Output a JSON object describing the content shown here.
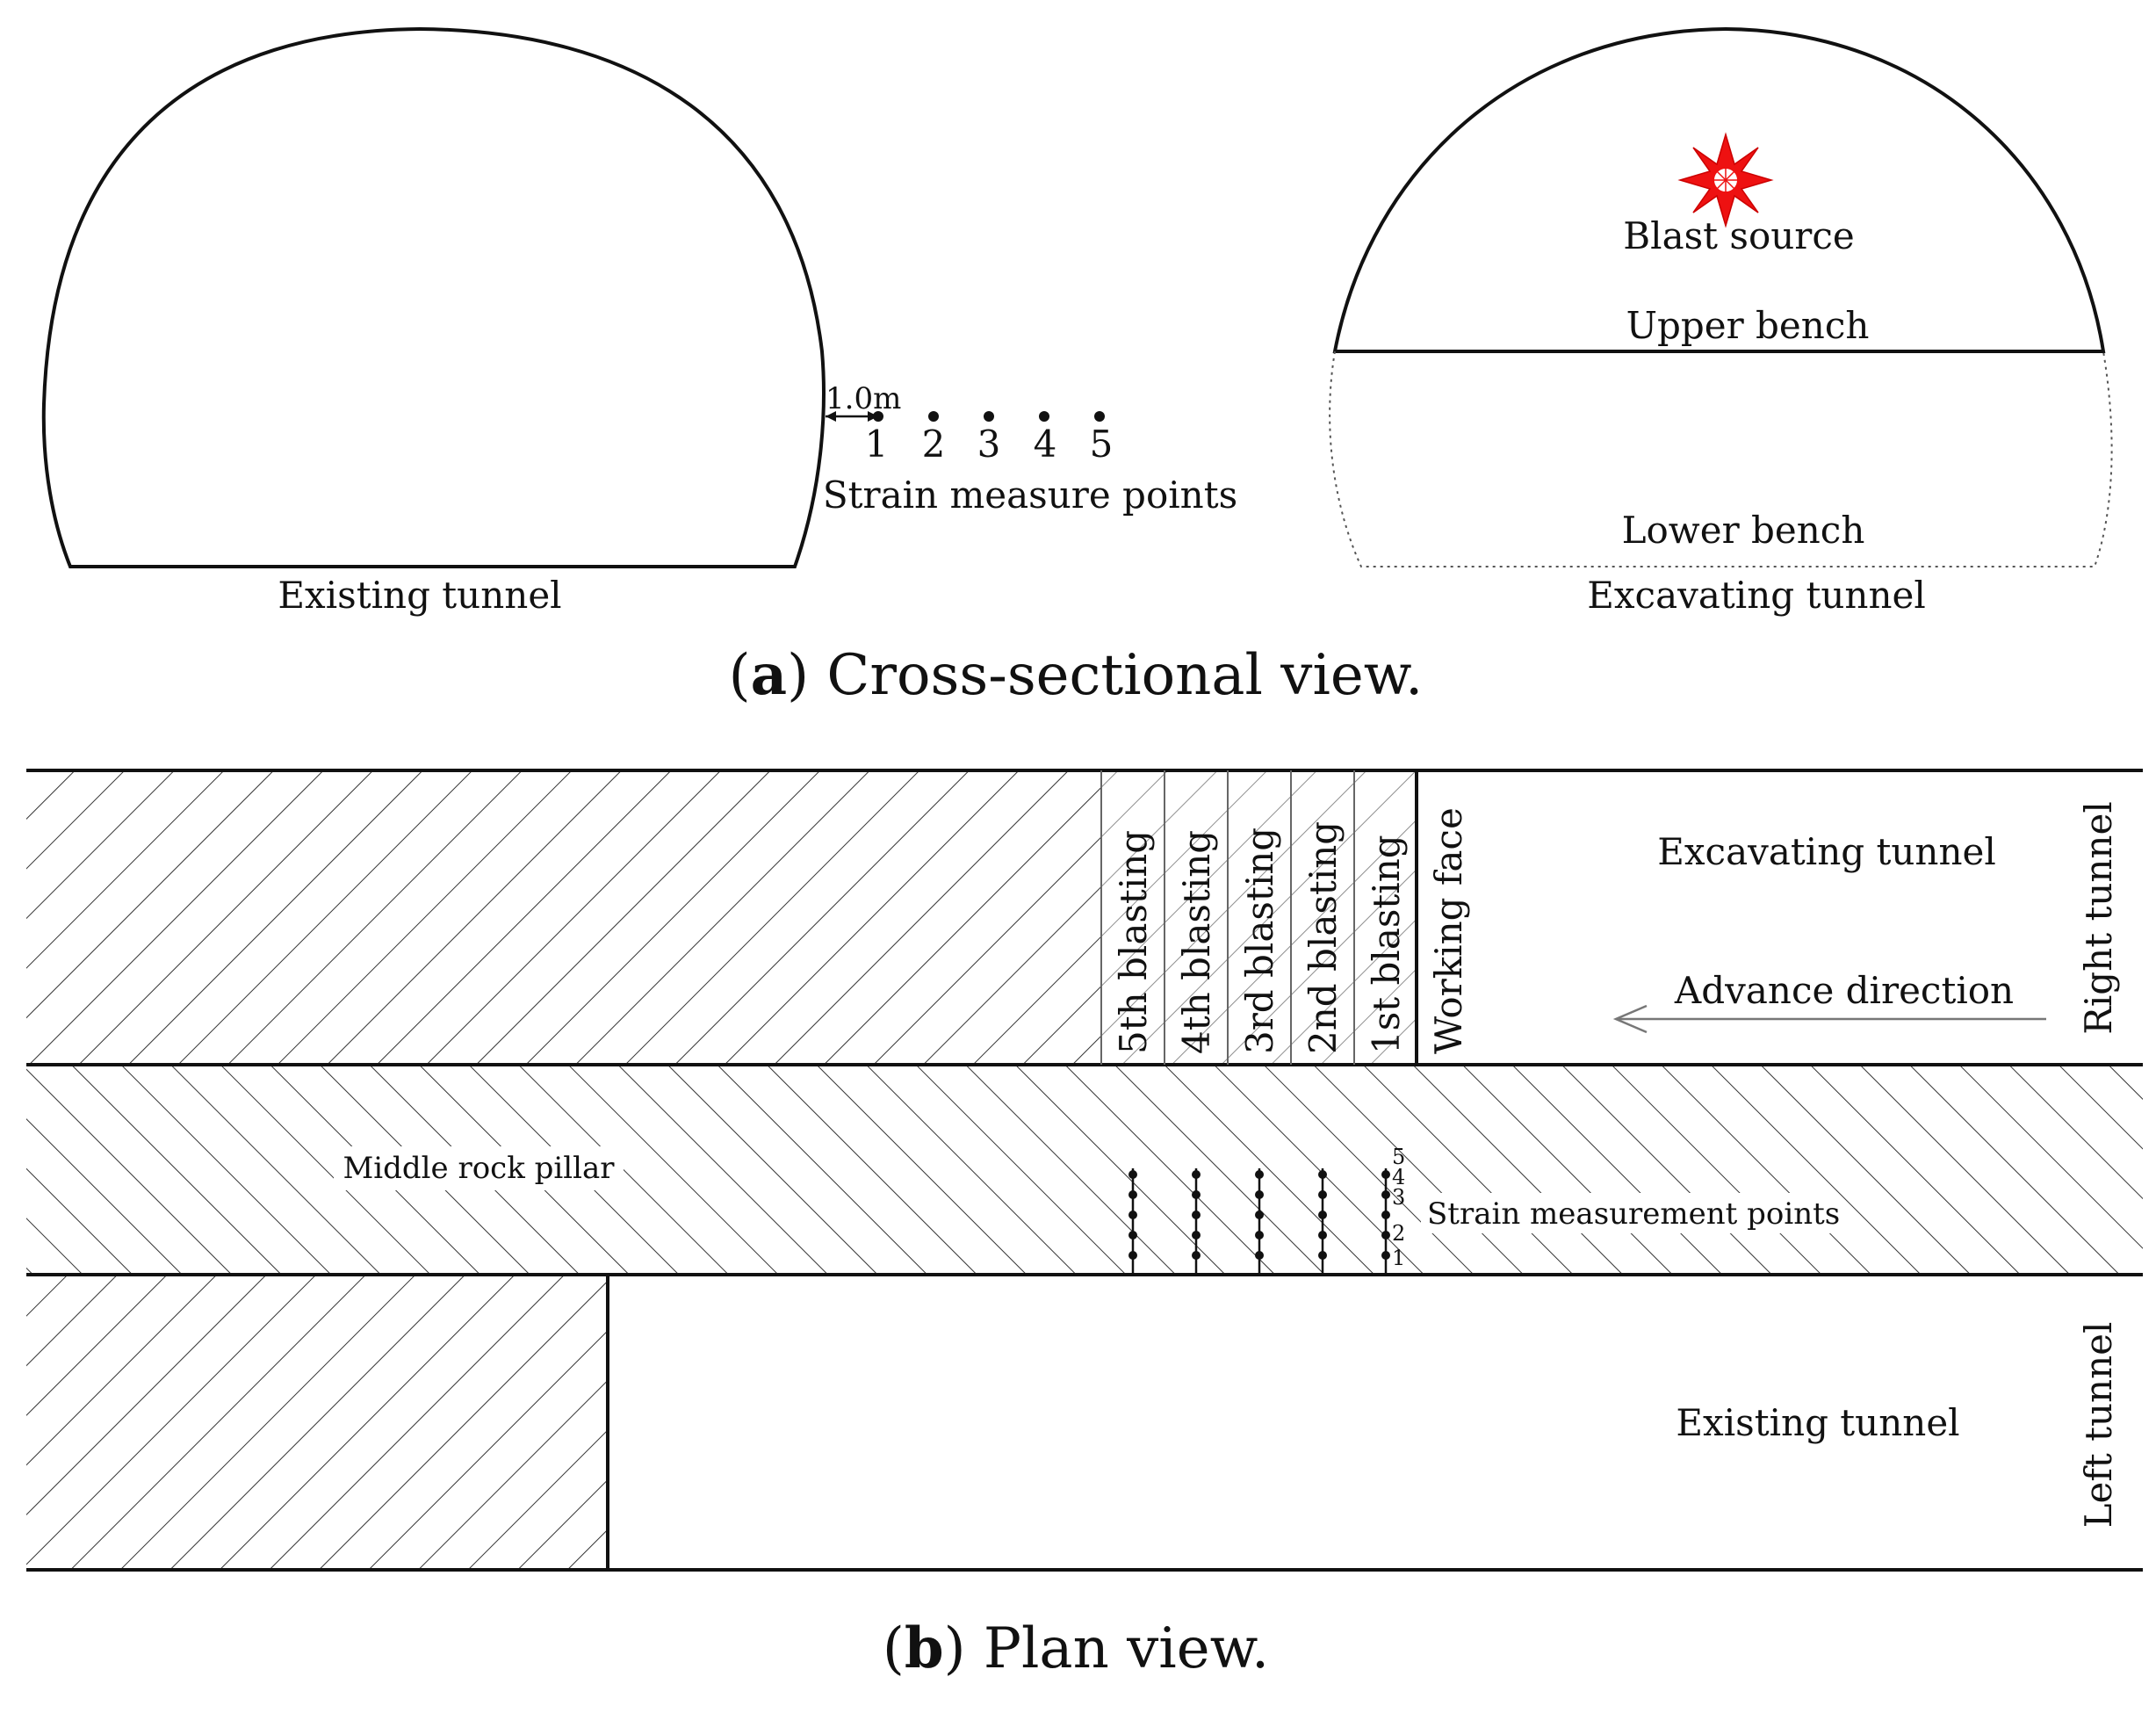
{
  "cross_section": {
    "caption_letter": "a",
    "caption_text": ") Cross-sectional view.",
    "caption_open": "(",
    "existing_tunnel_label": "Existing tunnel",
    "spacing_label": "1.0m",
    "strain_points_label": "Strain measure points",
    "point_numbers": [
      "1",
      "2",
      "3",
      "4",
      "5"
    ],
    "blast_source_label": "Blast source",
    "upper_bench_label": "Upper bench",
    "lower_bench_label": "Lower bench",
    "excavating_tunnel_label": "Excavating tunnel"
  },
  "plan": {
    "caption_open": "(",
    "caption_letter": "b",
    "caption_text": ") Plan view.",
    "blasting_labels": [
      "5th blasting",
      "4th blasting",
      "3rd blasting",
      "2nd blasting",
      "1st blasting"
    ],
    "working_face_label": "Working face",
    "excavating_tunnel_label": "Excavating tunnel",
    "advance_direction_label": "Advance direction",
    "right_tunnel_label": "Right tunnel",
    "middle_pillar_label": "Middle rock pillar",
    "strain_points_label": "Strain measurement points",
    "point_numbers": [
      "5",
      "4",
      "3",
      "2",
      "1"
    ],
    "existing_tunnel_label": "Existing tunnel",
    "left_tunnel_label": "Left tunnel"
  },
  "colors": {
    "line": "#111111",
    "hatch": "#333333",
    "blast_star": "#ee1111"
  }
}
